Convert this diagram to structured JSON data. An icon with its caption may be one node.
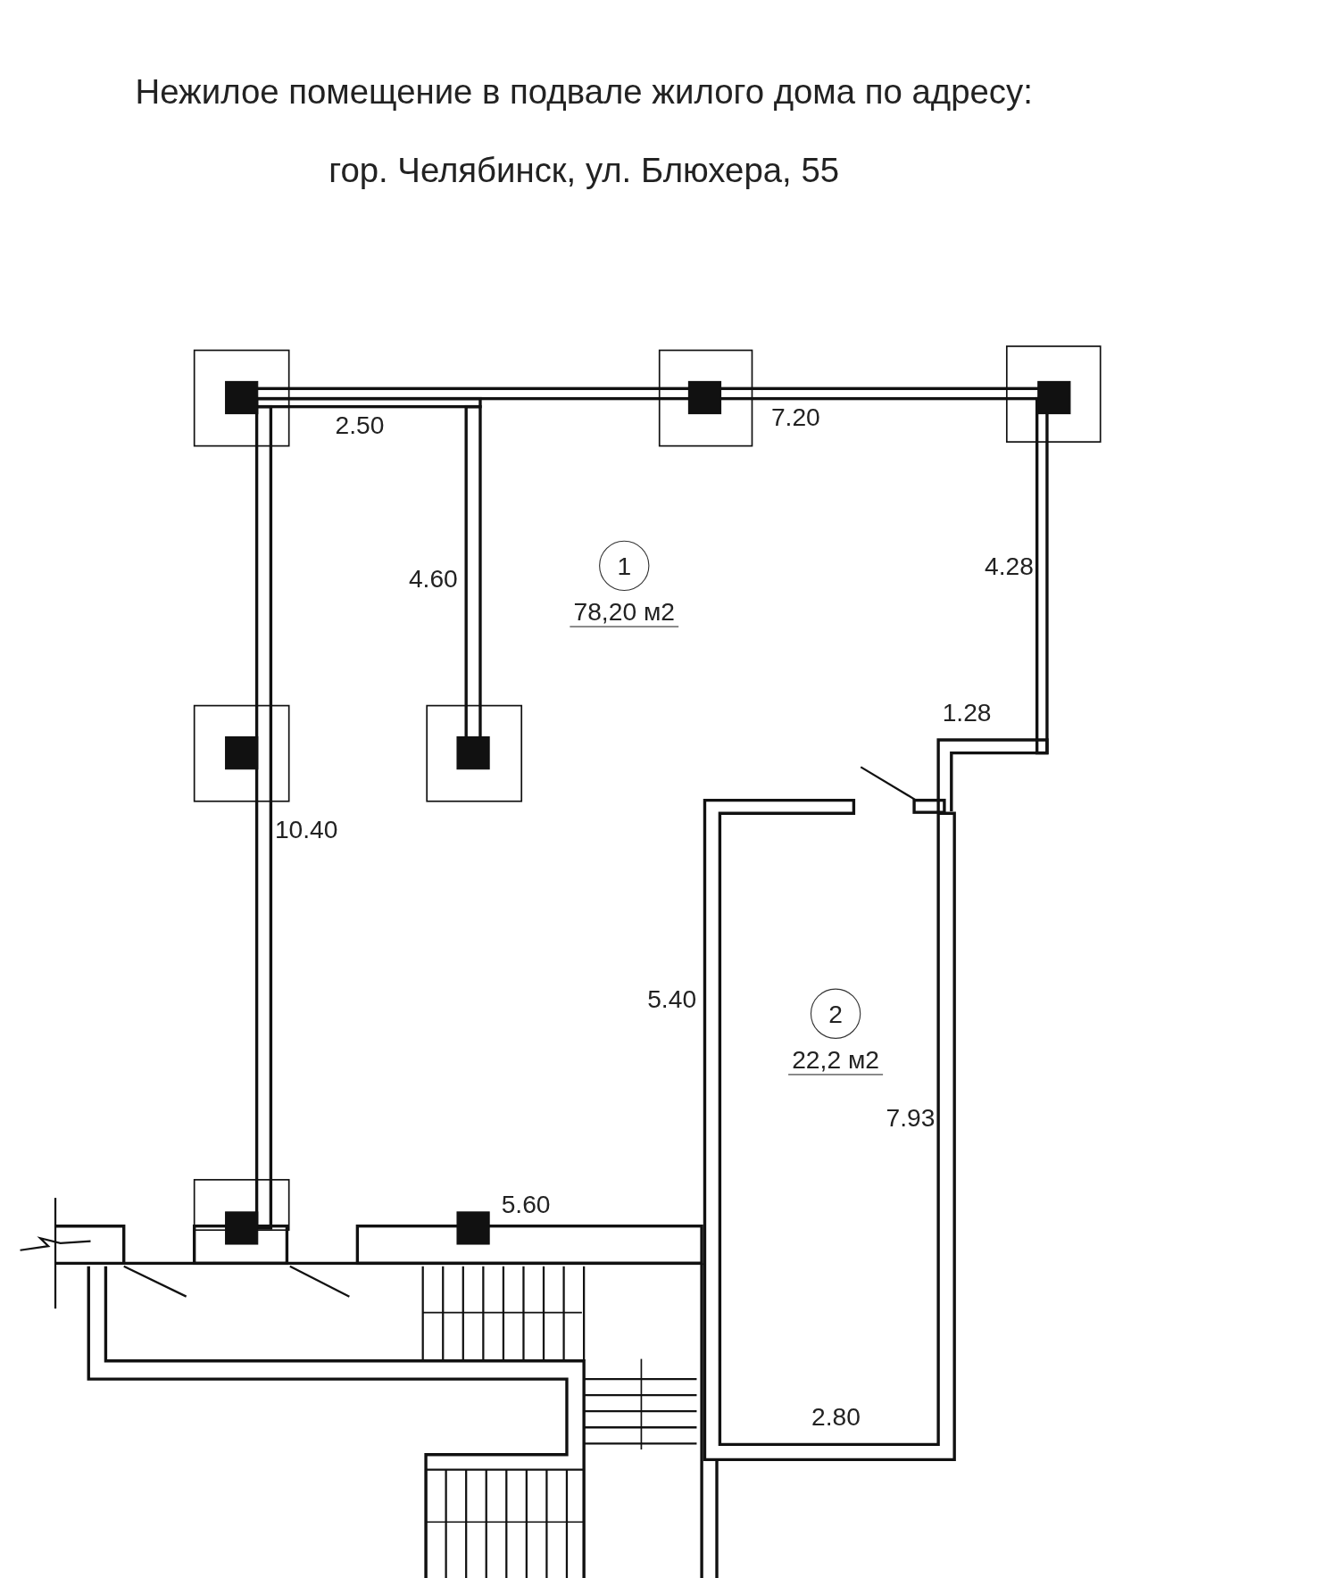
{
  "diagram": {
    "title": "Нежилое помещение в подвале жилого дома по адресу: гор. Челябинск, ул. Блюхера, 55",
    "nodes": [
      {
        "text": [
          "1",
          "78,20 м2"
        ]
      },
      {
        "text": [
          "2",
          "22,2 м2"
        ]
      }
    ],
    "labels": [
      "2.50",
      "7.20",
      "4.28",
      "4.60",
      "1.28",
      "10.40",
      "5.40",
      "7.93",
      "5.60",
      "2.80"
    ]
  }
}
